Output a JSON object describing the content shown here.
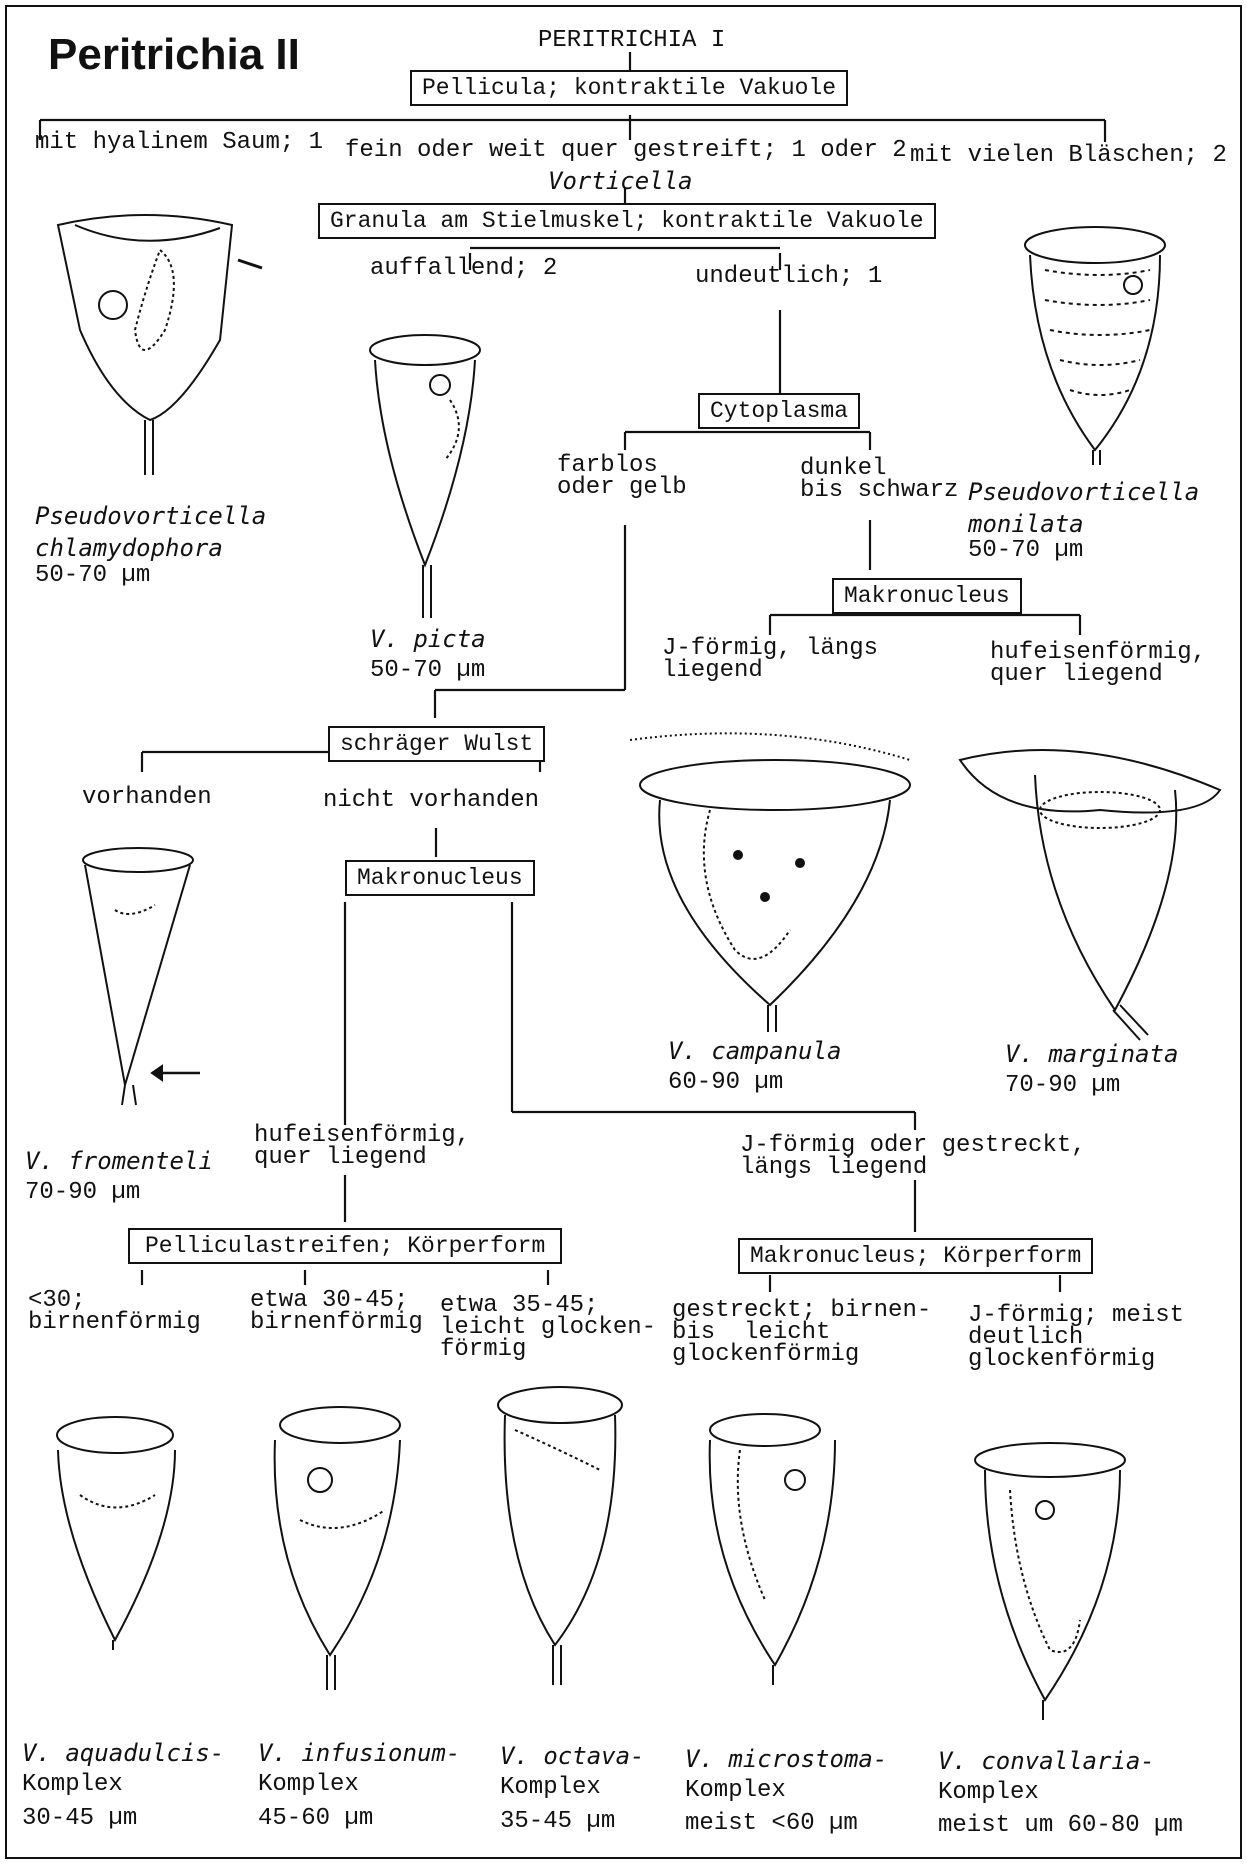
{
  "page_title": "Peritrichia II",
  "top_node": "PERITRICHIA I",
  "nodes": {
    "pellicula": "Pellicula; kontraktile Vakuole",
    "granula": "Granula am Stielmuskel; kontraktile Vakuole",
    "cytoplasma": "Cytoplasma",
    "makronucleus_right": "Makronucleus",
    "wulst": "schräger Wulst",
    "makronucleus_mid": "Makronucleus",
    "pelliculastreifen": "Pelliculastreifen; Körperform",
    "makronucleus_koerper": "Makronucleus; Körperform"
  },
  "branches": {
    "hyalin": "mit hyalinem Saum; 1",
    "gestreift": "fein oder weit quer gestreift; 1 oder 2",
    "vorticella": "Vorticella",
    "blaeschen": "mit vielen Bläschen; 2",
    "auffallend": "auffallend; 2",
    "undeutlich": "undeutlich; 1",
    "farblos": "farblos\noder gelb",
    "dunkel": "dunkel\nbis schwarz",
    "j_laengs": "J-förmig, längs\nliegend",
    "hufeisen_quer": "hufeisenförmig,\nquer liegend",
    "vorhanden": "vorhanden",
    "nicht_vorhanden": "nicht vorhanden",
    "hufeisen_quer2": "hufeisenförmig,\nquer liegend",
    "j_gestreckt": "J-förmig oder gestreckt,\nlängs liegend",
    "lt30": "<30;\nbirnenförmig",
    "etwa30": "etwa 30-45;\nbirnenförmig",
    "etwa35": "etwa 35-45;\nleicht glocken-\nförmig",
    "gestreckt_birnen": "gestreckt; birnen-\nbis  leicht\nglockenförmig",
    "j_meist": "J-förmig; meist\ndeutlich\nglockenförmig"
  },
  "species": [
    {
      "id": "chlamydophora",
      "name": "Pseudovorticella\nchlamydophora",
      "size": "50-70 µm"
    },
    {
      "id": "picta",
      "name": "V. picta",
      "size": "50-70 µm"
    },
    {
      "id": "monilata",
      "name": "Pseudovorticella\nmonilata",
      "size": "50-70 µm"
    },
    {
      "id": "campanula",
      "name": "V. campanula",
      "size": "60-90 µm"
    },
    {
      "id": "marginata",
      "name": "V. marginata",
      "size": "70-90 µm"
    },
    {
      "id": "fromenteli",
      "name": "V. fromenteli",
      "size": "70-90 µm"
    },
    {
      "id": "aquadulcis",
      "name": "V. aquadulcis-",
      "suffix": "Komplex",
      "size": "30-45 µm"
    },
    {
      "id": "infusionum",
      "name": "V. infusionum-",
      "suffix": "Komplex",
      "size": "45-60 µm"
    },
    {
      "id": "octava",
      "name": "V. octava-",
      "suffix": "Komplex",
      "size": "35-45 µm"
    },
    {
      "id": "microstoma",
      "name": "V. microstoma-",
      "suffix": "Komplex",
      "size": "meist <60 µm"
    },
    {
      "id": "convallaria",
      "name": "V. convallaria-",
      "suffix": "Komplex",
      "size": "meist um 60-80 µm"
    }
  ],
  "icons": [
    "organism-drawing",
    "arrow-icon"
  ]
}
